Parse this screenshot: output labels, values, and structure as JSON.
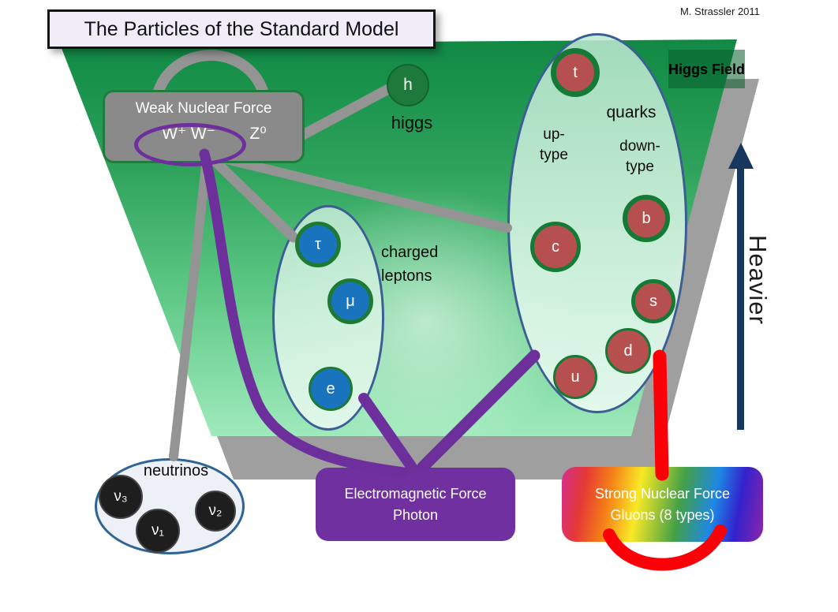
{
  "header": {
    "title": "The Particles of the Standard Model",
    "credit": "M. Strassler  2011"
  },
  "higgs_field": {
    "label": "Higgs Field"
  },
  "axis": {
    "label": "Heavier"
  },
  "groups": {
    "quarks": {
      "label": "quarks",
      "up_type": {
        "line1": "up-",
        "line2": "type"
      },
      "down_type": {
        "line1": "down-",
        "line2": "type"
      },
      "particles": [
        {
          "label": "t"
        },
        {
          "label": "b"
        },
        {
          "label": "c"
        },
        {
          "label": "s"
        },
        {
          "label": "d"
        },
        {
          "label": "u"
        }
      ]
    },
    "charged_leptons": {
      "label": "charged leptons",
      "particles": [
        {
          "label": "τ"
        },
        {
          "label": "μ"
        },
        {
          "label": "e"
        }
      ]
    },
    "neutrinos": {
      "label": "neutrinos",
      "particles": [
        {
          "label": "ν₃"
        },
        {
          "label": "ν₁"
        },
        {
          "label": "ν₂"
        }
      ]
    },
    "higgs": {
      "label": "higgs",
      "particle": {
        "label": "h"
      }
    }
  },
  "forces": {
    "weak": {
      "title": "Weak Nuclear Force",
      "w_bosons": "W⁺ W⁻",
      "z_boson": "Z⁰"
    },
    "electromagnetic": {
      "line1": "Electromagnetic Force",
      "line2": "Photon"
    },
    "strong": {
      "line1": "Strong Nuclear Force",
      "line2": "Gluons (8 types)"
    }
  },
  "colors": {
    "background_green_top": "#0d7f3f",
    "background_green_bottom": "#daf8e4",
    "quark_fill": "#b5504e",
    "quark_ring": "#157a36",
    "lepton_fill": "#1a74bd",
    "lepton_ring": "#1d7a34",
    "neutrino_fill": "#1e1e1e",
    "higgs_fill": "#1d7a3a",
    "weak_gray": "#8a8a8a",
    "purple": "#6d2f9c",
    "purple_box": "#7030a0",
    "red": "#fb0007",
    "navy_arrow": "#17375e",
    "line_gray": "#949494"
  }
}
